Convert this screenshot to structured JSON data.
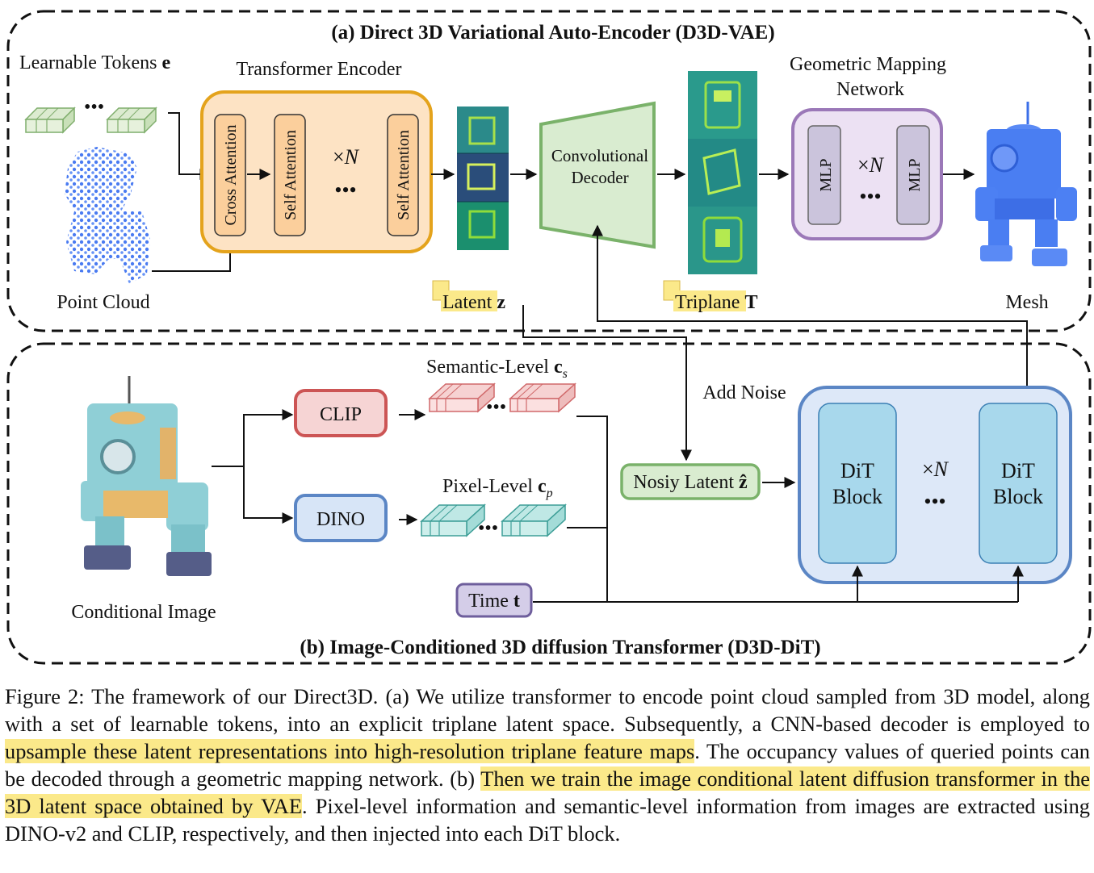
{
  "figure": {
    "section_a_title": "(a) Direct 3D Variational Auto-Encoder (D3D-VAE)",
    "section_b_title": "(b) Image-Conditioned 3D diffusion Transformer (D3D-DiT)",
    "learnable_tokens": "Learnable Tokens",
    "learnable_tokens_sym": "e",
    "point_cloud": "Point Cloud",
    "transformer_encoder": "Transformer Encoder",
    "cross_attention": "Cross Attention",
    "self_attention_1": "Self Attention",
    "self_attention_2": "Self Attention",
    "times_symbol": "×",
    "n_symbol": "N",
    "dots": "•••",
    "latent_label": "Latent",
    "latent_sym": "z",
    "conv_decoder_line1": "Convolutional",
    "conv_decoder_line2": "Decoder",
    "triplane_label": "Triplane",
    "triplane_sym": "T",
    "geo_mapping_line1": "Geometric Mapping",
    "geo_mapping_line2": "Network",
    "mlp_1": "MLP",
    "mlp_2": "MLP",
    "mesh": "Mesh",
    "add_noise": "Add Noise",
    "semantic_level": "Semantic-Level",
    "semantic_sym": "c",
    "semantic_sub": "s",
    "pixel_level": "Pixel-Level",
    "pixel_sym": "c",
    "pixel_sub": "p",
    "clip": "CLIP",
    "dino": "DINO",
    "noisy_latent": "Nosiy Latent",
    "noisy_sym": "ẑ",
    "dit_block_1_line1": "DiT",
    "dit_block_1_line2": "Block",
    "dit_block_2_line1": "DiT",
    "dit_block_2_line2": "Block",
    "time_label": "Time",
    "time_sym": "t",
    "conditional_image": "Conditional Image"
  },
  "caption": {
    "part1": "Figure 2: The framework of our Direct3D. (a) We utilize transformer to encode point cloud sampled from 3D model, along with a set of learnable tokens, into an explicit triplane latent space. Subsequently, a CNN-based decoder is employed to ",
    "highlight1": "upsample these latent representations into high-resolution triplane feature maps",
    "part2": ". The occupancy values of queried points can be decoded through a geometric mapping network. (b) ",
    "highlight2": "Then we train the image conditional latent diffusion transformer in the 3D latent space obtained by VAE",
    "part3": ". Pixel-level information and semantic-level information from images are extracted using DINO-v2 and CLIP, respectively, and then injected into each DiT block."
  },
  "colors": {
    "encoder_fill": "#fde3c4",
    "encoder_stroke": "#e4a31c",
    "decoder_fill": "#d9ecd0",
    "decoder_stroke": "#7ab26a",
    "mlp_outer_fill": "#ece1f3",
    "mlp_outer_stroke": "#9b78b8",
    "clip_fill": "#f6d4d4",
    "clip_stroke": "#cc5555",
    "dino_fill": "#d7e5f7",
    "dino_stroke": "#5b86c5",
    "dit_outer_fill": "#dde8f8",
    "dit_outer_stroke": "#5b86c5",
    "dit_block_fill": "#a8d8ec",
    "time_fill": "#d4cde8",
    "highlight": "#fbe98a"
  }
}
